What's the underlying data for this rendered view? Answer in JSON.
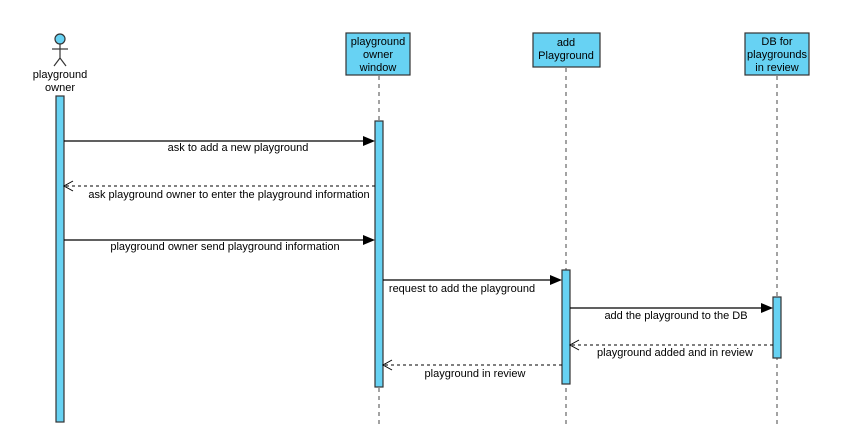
{
  "colors": {
    "fill": "#67d2f3",
    "stroke": "#333333",
    "text": "#000000"
  },
  "participants": [
    {
      "id": "owner",
      "type": "actor",
      "label": [
        "playground",
        "owner"
      ]
    },
    {
      "id": "window",
      "type": "box",
      "label": [
        "playground",
        "owner",
        "window"
      ]
    },
    {
      "id": "add",
      "type": "box",
      "label": [
        "add",
        "Playground"
      ]
    },
    {
      "id": "db",
      "type": "box",
      "label": [
        "DB for",
        "playgrounds",
        "in review"
      ]
    }
  ],
  "messages": [
    {
      "from": "owner",
      "to": "window",
      "style": "sync",
      "label": "ask to add a new playground"
    },
    {
      "from": "window",
      "to": "owner",
      "style": "reply",
      "label": "ask playground owner to enter the playground information"
    },
    {
      "from": "owner",
      "to": "window",
      "style": "sync",
      "label": "playground owner send playground information"
    },
    {
      "from": "window",
      "to": "add",
      "style": "sync",
      "label": "request to add the playground"
    },
    {
      "from": "add",
      "to": "db",
      "style": "sync",
      "label": "add the playground to the DB"
    },
    {
      "from": "db",
      "to": "add",
      "style": "reply",
      "label": "playground added and in review"
    },
    {
      "from": "add",
      "to": "window",
      "style": "reply",
      "label": "playground in review"
    }
  ]
}
